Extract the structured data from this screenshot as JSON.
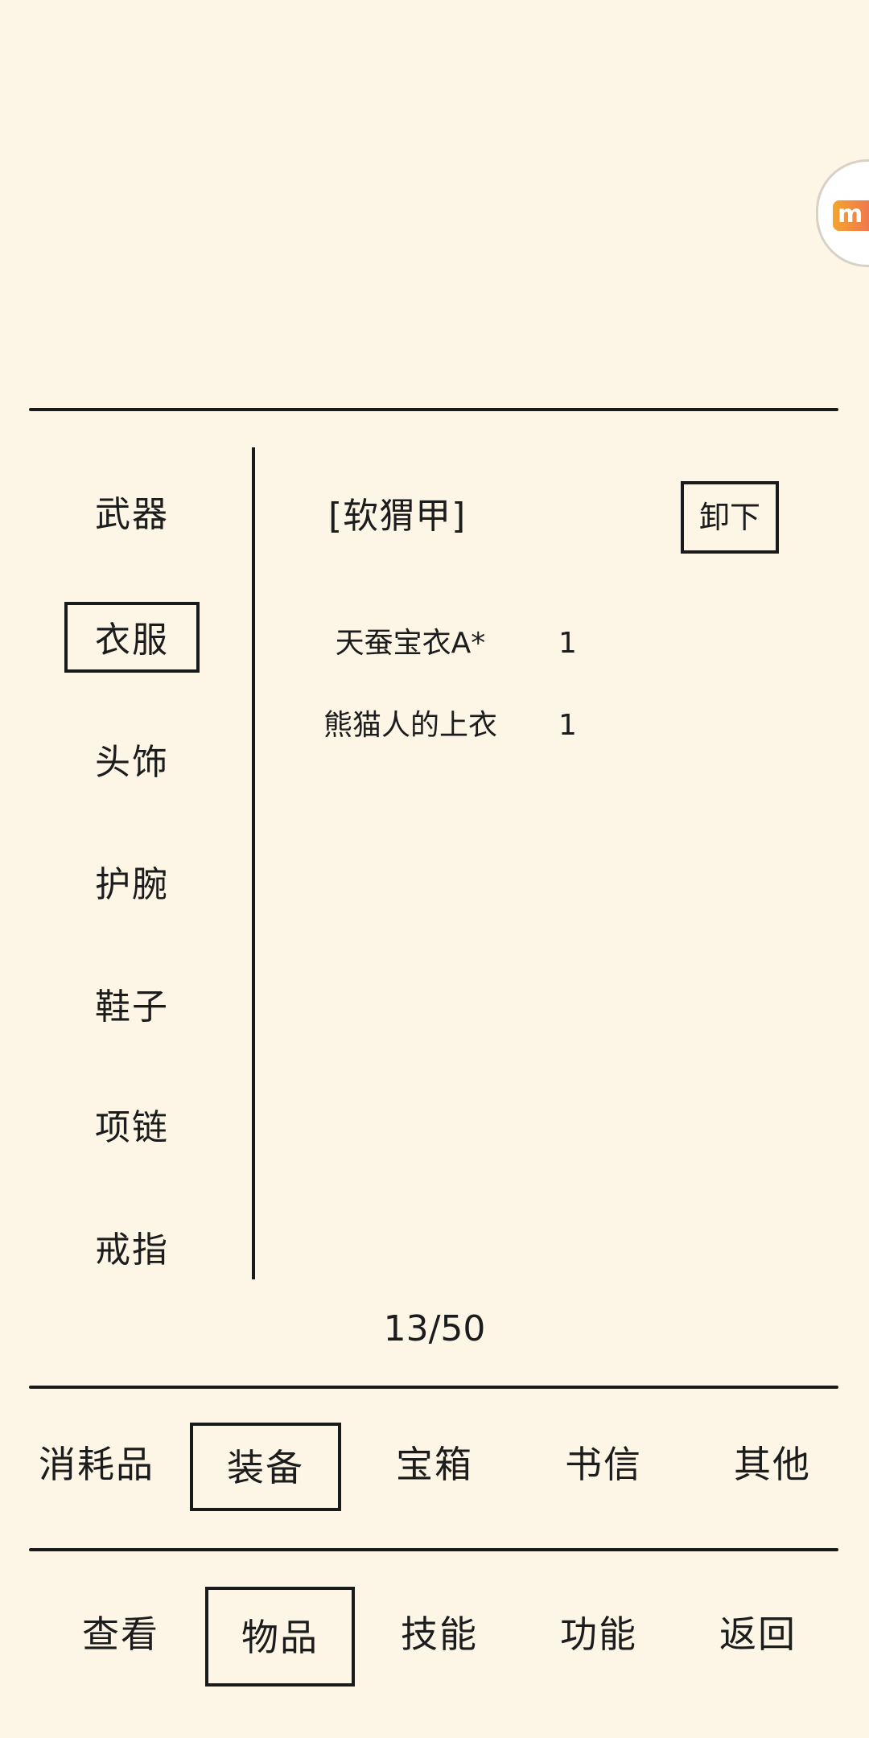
{
  "equipment_slots": [
    "武器",
    "衣服",
    "头饰",
    "护腕",
    "鞋子",
    "项链",
    "戒指"
  ],
  "equipped_item": "[软猬甲]",
  "unequip_label": "卸下",
  "inventory": [
    {
      "name": "天蚕宝衣A*",
      "qty": "1"
    },
    {
      "name": "熊猫人的上衣",
      "qty": "1"
    }
  ],
  "capacity": "13/50",
  "item_tabs": [
    "消耗品",
    "装备",
    "宝箱",
    "书信",
    "其他"
  ],
  "bottom_nav": [
    "查看",
    "物品",
    "技能",
    "功能",
    "返回"
  ],
  "floating_badge_icon": "m-logo-icon"
}
